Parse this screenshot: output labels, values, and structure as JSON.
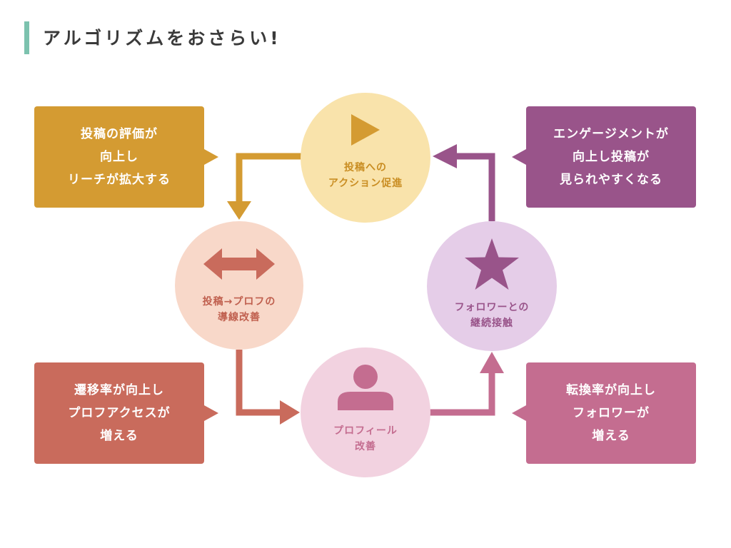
{
  "title": "アルゴリズムをおさらい!",
  "colors": {
    "accent": "#7cc2ae",
    "gold": "#d49b32",
    "terracotta": "#c96b5c",
    "plum": "#99548a",
    "rose": "#c46d90"
  },
  "nodes": {
    "top": {
      "label": "投稿への\nアクション促進",
      "icon": "play-icon"
    },
    "left": {
      "label": "投稿→プロフの\n導線改善",
      "icon": "double-arrow-icon"
    },
    "right": {
      "label": "フォロワーとの\n継続接触",
      "icon": "star-icon"
    },
    "bottom": {
      "label": "プロフィール\n改善",
      "icon": "person-icon"
    }
  },
  "callouts": {
    "top_left": "投稿の評価が\n向上し\nリーチが拡大する",
    "top_right": "エンゲージメントが\n向上し投稿が\n見られやすくなる",
    "bottom_left": "遷移率が向上し\nプロフアクセスが\n増える",
    "bottom_right": "転換率が向上し\nフォロワーが\n増える"
  }
}
